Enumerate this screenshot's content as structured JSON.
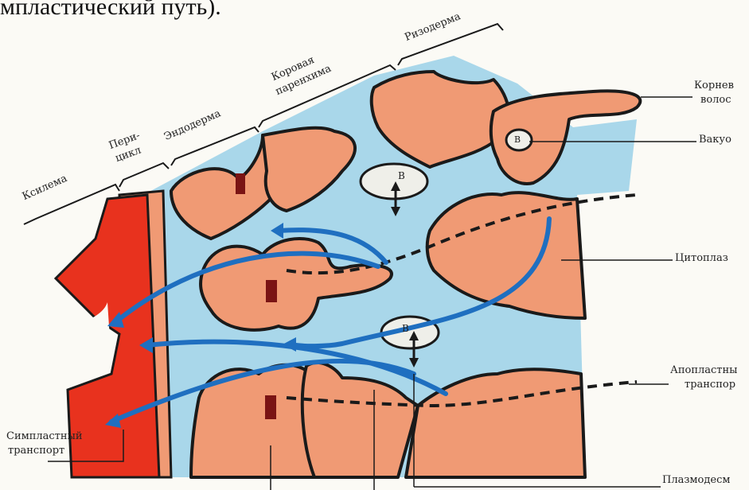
{
  "heading_fragment": "мпластический путь).",
  "labels": {
    "xylem": "Ксилема",
    "pericycle_1": "Пери-",
    "pericycle_2": "цикл",
    "endodermis": "Эндодерма",
    "cortex_1": "Коровая",
    "cortex_2": "паренхима",
    "rhizodermis": "Ризодерма",
    "root_hair_1": "Корнев",
    "root_hair_2": "волос",
    "vacuole": "Вакуо",
    "cytoplasm": "Цитоплаз",
    "apoplastic_1": "Апопластны",
    "apoplastic_2": "транспор",
    "symplastic_1": "Симпластный",
    "symplastic_2": "транспорт",
    "plasmodesmata": "Плазмодесм",
    "vacuole_mark": "В"
  },
  "colors": {
    "cell": "#f09a74",
    "apoplast": "#a9d7ea",
    "xylem": "#e8321e",
    "outline": "#1a1a1a",
    "arrow": "#1f6fc0",
    "band": "#7a1414"
  }
}
